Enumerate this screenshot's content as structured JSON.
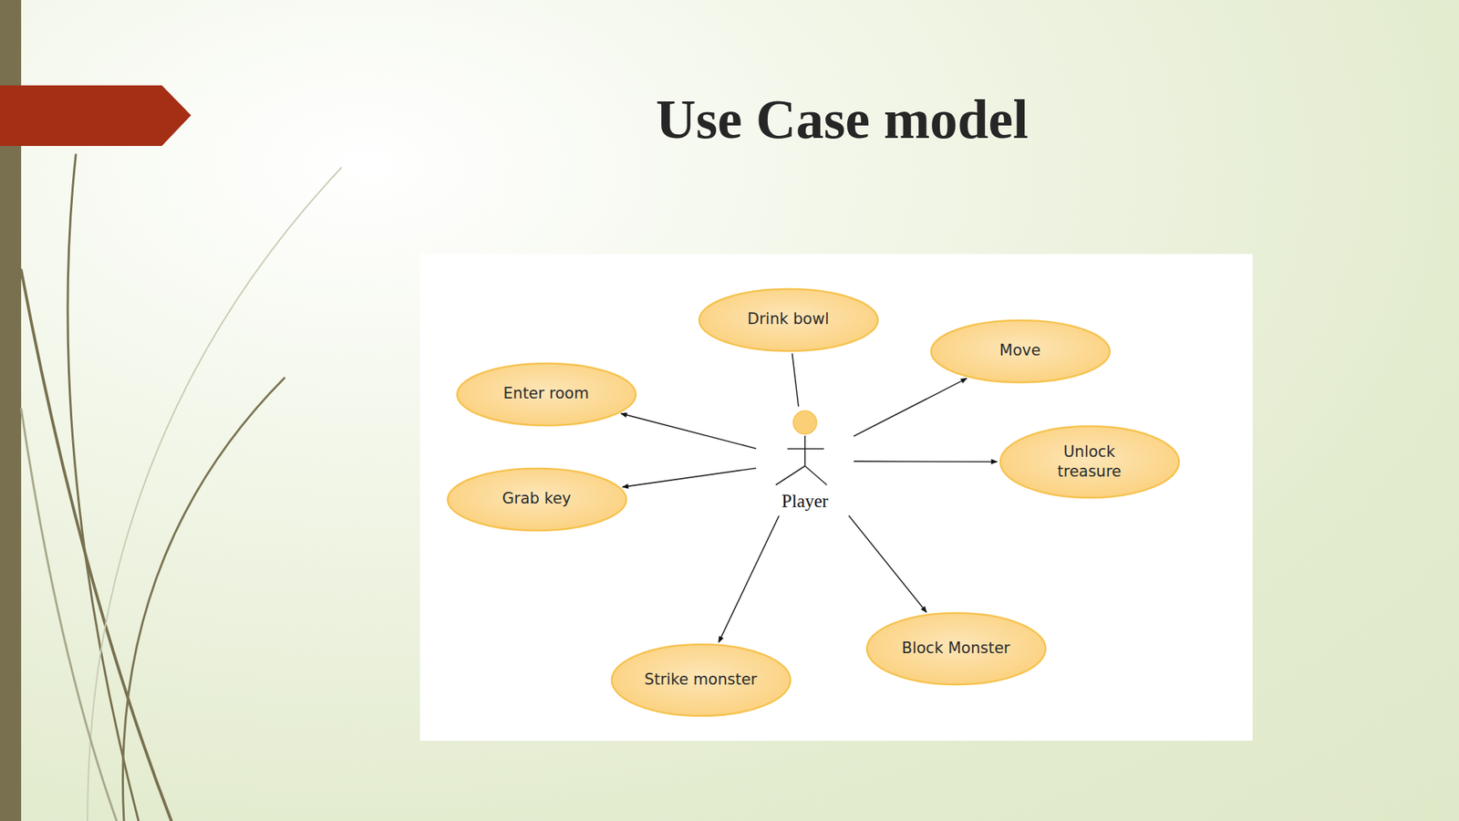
{
  "diagram": {
    "title": "Use Case model",
    "nodes": [
      {
        "text": [
          "Drink bowl"
        ]
      },
      {
        "text": [
          "Move"
        ]
      },
      {
        "text": [
          "Enter room"
        ]
      },
      {
        "text": [
          "Player"
        ]
      },
      {
        "text": [
          "Unlock treasure"
        ]
      },
      {
        "text": [
          "Grab key"
        ]
      },
      {
        "text": [
          "Block Monster"
        ]
      },
      {
        "text": [
          "Strike monster"
        ]
      }
    ],
    "edges": [
      {
        "from": 3,
        "to": 0,
        "arrow": "none"
      },
      {
        "from": 3,
        "to": 1,
        "arrow": "to"
      },
      {
        "from": 3,
        "to": 2,
        "arrow": "to"
      },
      {
        "from": 3,
        "to": 4,
        "arrow": "to"
      },
      {
        "from": 3,
        "to": 5,
        "arrow": "to"
      },
      {
        "from": 3,
        "to": 6,
        "arrow": "to"
      },
      {
        "from": 3,
        "to": 7,
        "arrow": "to"
      }
    ]
  }
}
